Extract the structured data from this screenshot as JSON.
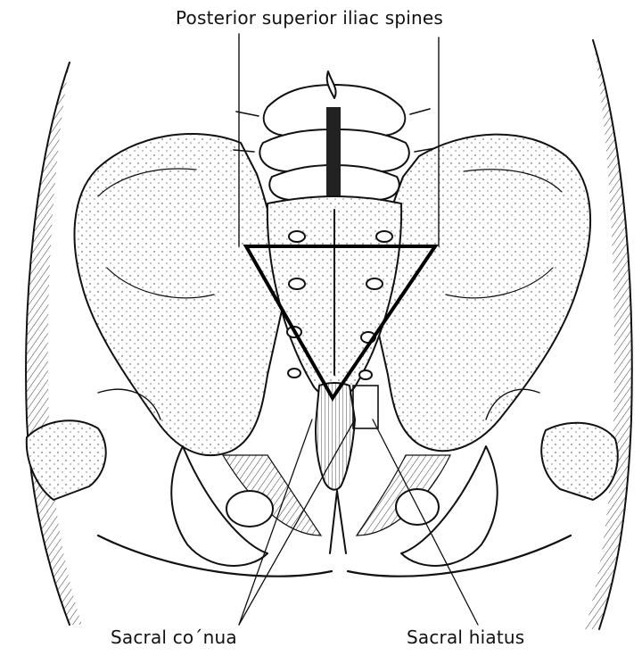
{
  "labels": {
    "posterior_superior_iliac_spines": "Posterior superior iliac spines",
    "sacral_cornua": "Sacral co´nua",
    "sacral_hiatus": "Sacral hiatus"
  },
  "colors": {
    "ink": "#111111",
    "background": "#ffffff"
  }
}
